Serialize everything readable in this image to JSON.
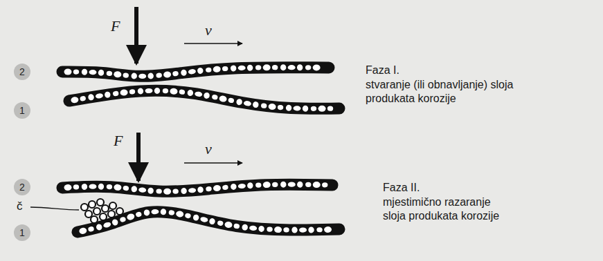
{
  "diagram": {
    "nodes": [
      {
        "text": [
          "2"
        ]
      },
      {
        "text": [
          "1"
        ]
      },
      {
        "text": [
          "2"
        ]
      },
      {
        "text": [
          "1"
        ]
      }
    ],
    "labels": [
      "F",
      "v",
      "Faza I.",
      "stvaranje (ili obnavljanje) sloja produkata korozije",
      "F",
      "v",
      "č",
      "Faza II.",
      "mjestimično razaranje sloja produkata korozije"
    ]
  }
}
